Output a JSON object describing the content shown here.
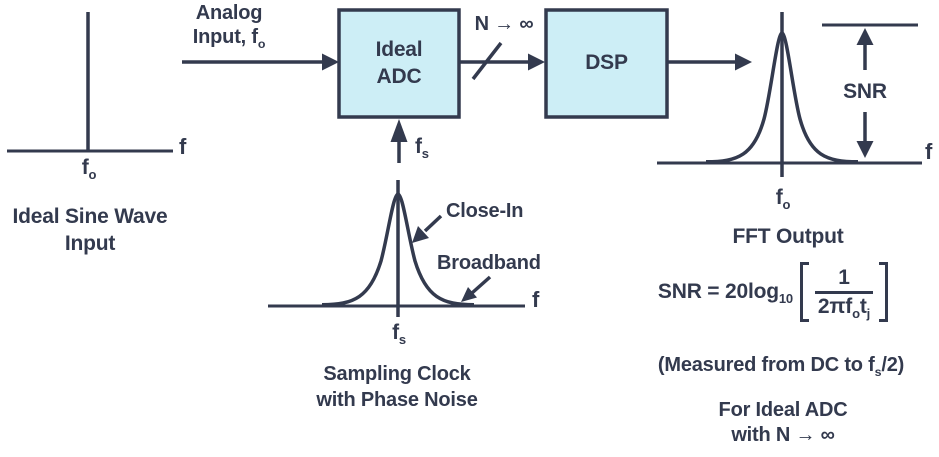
{
  "colors": {
    "ink": "#333a4e",
    "block_fill": "#cdeef6",
    "background": "#ffffff"
  },
  "input_spectrum": {
    "axis_label": "f",
    "peak_label_pre": "f",
    "peak_label_sub": "o",
    "caption_line1": "Ideal Sine Wave",
    "caption_line2": "Input"
  },
  "analog_input": {
    "line1": "Analog",
    "line2_pre": "Input, f",
    "line2_sub": "o"
  },
  "adc_block": {
    "line1": "Ideal",
    "line2": "ADC"
  },
  "bus_label": "N → ∞",
  "dsp_block": {
    "label": "DSP"
  },
  "sampling_clock": {
    "input_pre": "f",
    "input_sub": "s",
    "axis_label": "f",
    "peak_label_pre": "f",
    "peak_label_sub": "s",
    "close_in_label": "Close-In",
    "broadband_label": "Broadband",
    "caption_line1": "Sampling Clock",
    "caption_line2": "with Phase Noise"
  },
  "fft_output": {
    "axis_label": "f",
    "peak_label_pre": "f",
    "peak_label_sub": "o",
    "caption": "FFT Output",
    "snr_label": "SNR"
  },
  "formula": {
    "lhs": "SNR = 20log",
    "lhs_sub": "10",
    "numerator": "1",
    "den_pre": "2πf",
    "den_sub1": "o",
    "den_mid": "t",
    "den_sub2": "j"
  },
  "footnotes": {
    "measured_pre": "(Measured from DC to f",
    "measured_sub": "s",
    "measured_post": "/2)",
    "ideal_line1": "For Ideal ADC",
    "ideal_line2": "with N → ∞"
  }
}
